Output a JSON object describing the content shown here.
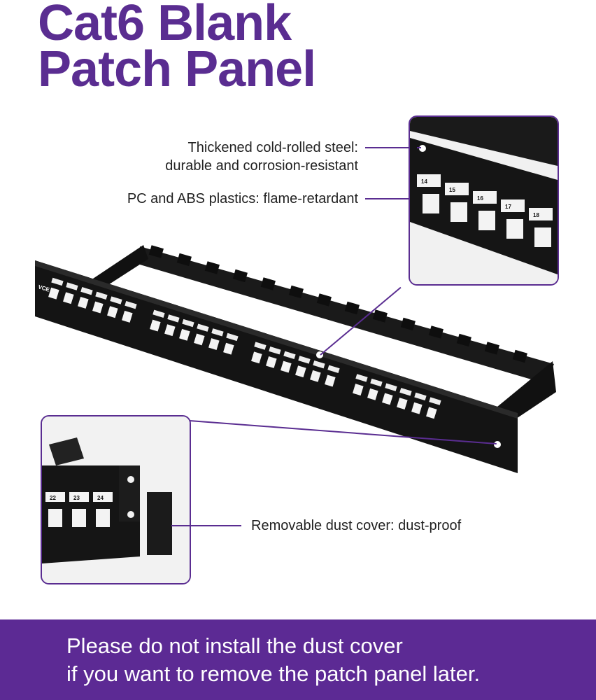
{
  "title": {
    "line1": "Cat6 Blank",
    "line2": "Patch Panel"
  },
  "callouts": {
    "steel_line1": "Thickened cold-rolled steel:",
    "steel_line2": "durable and corrosion-resistant",
    "plastics": "PC and ABS plastics: flame-retardant",
    "dust_cover": "Removable dust cover: dust-proof"
  },
  "brand_logo": "VCE",
  "inset_top_port_labels": [
    "14",
    "15",
    "16",
    "17",
    "18"
  ],
  "inset_bottom_port_labels": [
    "22",
    "23",
    "24"
  ],
  "banner": {
    "line1": "Please do not install the dust cover",
    "line2": "if you want to remove the patch panel later."
  },
  "colors": {
    "accent": "#5a2d91",
    "banner": "#5c2a94"
  }
}
